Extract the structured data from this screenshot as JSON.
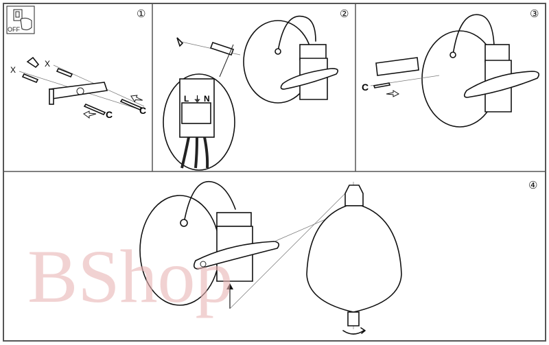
{
  "steps": [
    {
      "number": "①",
      "switch_label": "OFF",
      "marks": [
        "X",
        "X"
      ]
    },
    {
      "number": "②",
      "terminals": [
        "L",
        "⏚",
        "N"
      ]
    },
    {
      "number": "③"
    },
    {
      "number": "④"
    }
  ],
  "watermark": "BShop",
  "colors": {
    "line": "#111111",
    "watermark": "#e8b4b4",
    "panel_border": "#555555"
  }
}
